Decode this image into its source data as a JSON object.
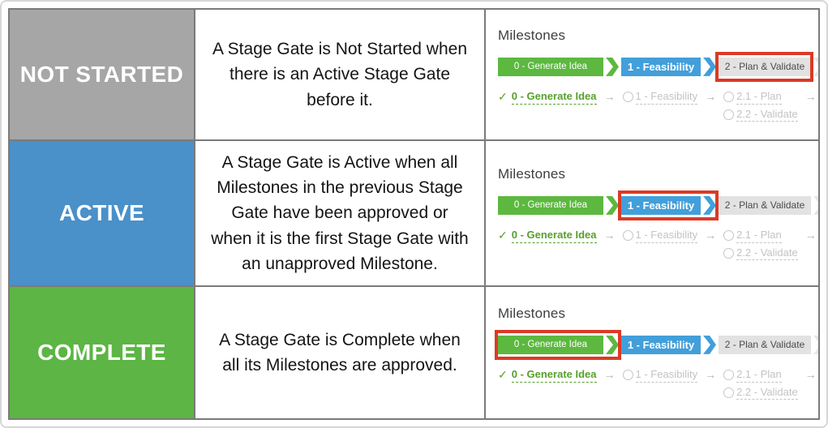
{
  "rows": [
    {
      "status": "NOT STARTED",
      "status_color": "#a6a6a6",
      "description": "A Stage Gate is Not Started when there is an Active Stage Gate before it.",
      "highlighted_stage": "2 - Plan & Validate"
    },
    {
      "status": "ACTIVE",
      "status_color": "#4a90c9",
      "description": "A Stage Gate is Active when all Milestones in the previous Stage Gate have been approved or when it is the first Stage Gate with an unapproved Milestone.",
      "highlighted_stage": "1 - Feasibility"
    },
    {
      "status": "COMPLETE",
      "status_color": "#5cb544",
      "description": "A Stage Gate is Complete when all its Milestones are approved.",
      "highlighted_stage": "0 - Generate Idea"
    }
  ],
  "milestones": {
    "title": "Milestones",
    "stages": [
      {
        "label": "0 - Generate Idea",
        "color": "#5cb83f",
        "state": "complete"
      },
      {
        "label": "1 - Feasibility",
        "color": "#429fda",
        "state": "active"
      },
      {
        "label": "2 - Plan & Validate",
        "color": "#e2e2e2",
        "state": "not-started"
      }
    ],
    "list": {
      "check_icon": "✓",
      "arrow_icon": "→",
      "item_approved": "0 - Generate Idea",
      "item_pending_1": "1 - Feasibility",
      "item_pending_2a": "2.1 - Plan",
      "item_pending_2b": "2.2 - Validate"
    }
  },
  "colors": {
    "highlight_red": "#db3a26",
    "approved_green": "#57a02c",
    "pending_gray": "#c3c3c3",
    "table_border": "#7a7a7a"
  }
}
